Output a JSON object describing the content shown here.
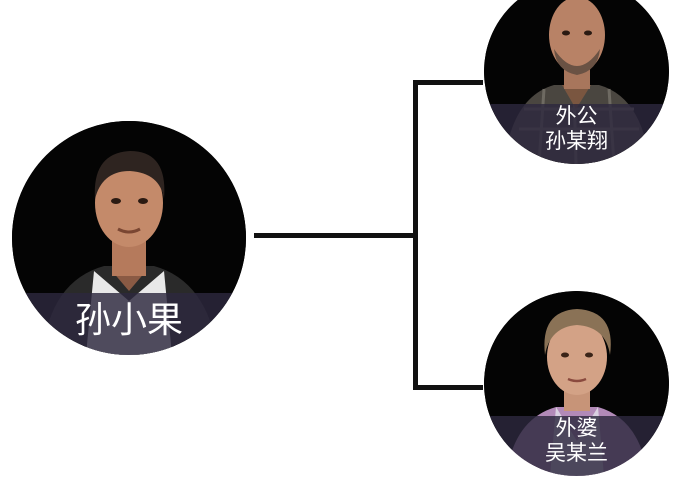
{
  "diagram": {
    "child": {
      "name": "孙小果"
    },
    "grandfather": {
      "relation": "外公",
      "name": "孙某翔"
    },
    "grandmother": {
      "relation": "外婆",
      "name": "吴某兰"
    }
  },
  "colors": {
    "line": "#111111",
    "node_background": "#050505",
    "caption_band": "#2d283e"
  }
}
